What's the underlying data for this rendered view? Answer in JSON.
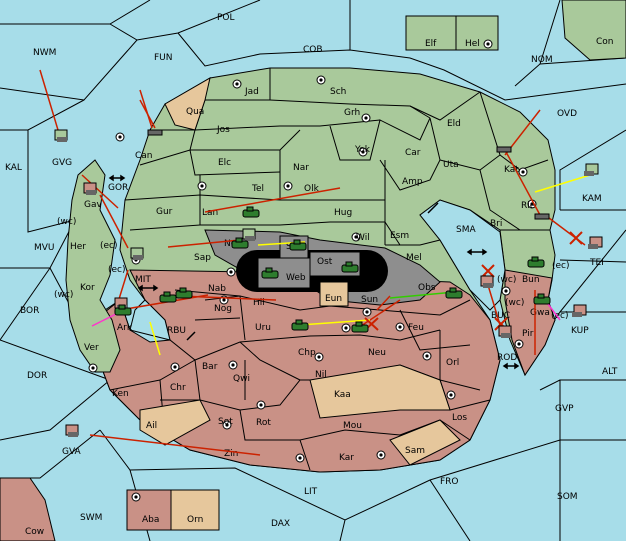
{
  "colors": {
    "sea": "#a7dde9",
    "green_power": "#a9c99b",
    "red_power": "#c99186",
    "neutral": "#e6c79c",
    "impassable": "#8e8e8e",
    "move_order": "#cc2200",
    "support_order": "#ffff00",
    "convoy_order": "#ff33cc",
    "hold_order": "#33cc00"
  },
  "regions": {
    "sea": [
      "POL",
      "FUN",
      "COB",
      "NWM",
      "NOM",
      "OVD",
      "KAL",
      "GVG",
      "GOR",
      "KAM",
      "MVU",
      "MIT",
      "TEI",
      "BOR",
      "SMA",
      "RBU",
      "BUC",
      "KUP",
      "DOR",
      "ROD",
      "ALT",
      "GVP",
      "GVA",
      "FRO",
      "SOM",
      "LIT",
      "SWM",
      "DAX",
      "Cow",
      "Con"
    ],
    "wc_labels": [
      "(wc)",
      "(ec)",
      "(ec)",
      "(wc)",
      "(wc)",
      "(ec)",
      "(ec)",
      "(wc)"
    ],
    "green": [
      "Jad",
      "Sch",
      "Qua",
      "Jos",
      "Grh",
      "Can",
      "Elc",
      "Nar",
      "Yok",
      "Car",
      "Eld",
      "Uta",
      "Kat",
      "Tel",
      "Olk",
      "Amp",
      "Gur",
      "Lan",
      "Hug",
      "Bri",
      "Rie",
      "Wil",
      "Esm",
      "Gav",
      "Her",
      "Kor",
      "Ver",
      "Elf",
      "Hel",
      "Mel"
    ],
    "red": [
      "Nab",
      "Hil",
      "Nog",
      "Ark",
      "Obs",
      "Bun",
      "Gwa",
      "Pir",
      "Uru",
      "Feu",
      "Chp",
      "Neu",
      "Orl",
      "Bar",
      "Qwi",
      "Nil",
      "Chr",
      "Ken",
      "Kaa",
      "Sot",
      "Rot",
      "Los",
      "Mou",
      "Ail",
      "Zin",
      "Kar",
      "Sam",
      "Aba",
      "Orn"
    ],
    "impassable": [
      "Nor",
      "Skr",
      "Ost",
      "Web",
      "Sun",
      "Sap",
      "Eun"
    ]
  },
  "units": {
    "fleets": [
      "GVG",
      "Can",
      "GOR",
      "KAM",
      "TEI",
      "Kat",
      "Rie",
      "MIT",
      "BUC",
      "KUP",
      "ROD",
      "GVA",
      "Gav",
      "Ark",
      "Nor"
    ],
    "armies": [
      "Lan",
      "Nor",
      "Skr",
      "Web",
      "Ost",
      "Nab",
      "Hil",
      "Uru",
      "Sun",
      "Obs",
      "Bun",
      "Gwa",
      "Ark"
    ]
  }
}
